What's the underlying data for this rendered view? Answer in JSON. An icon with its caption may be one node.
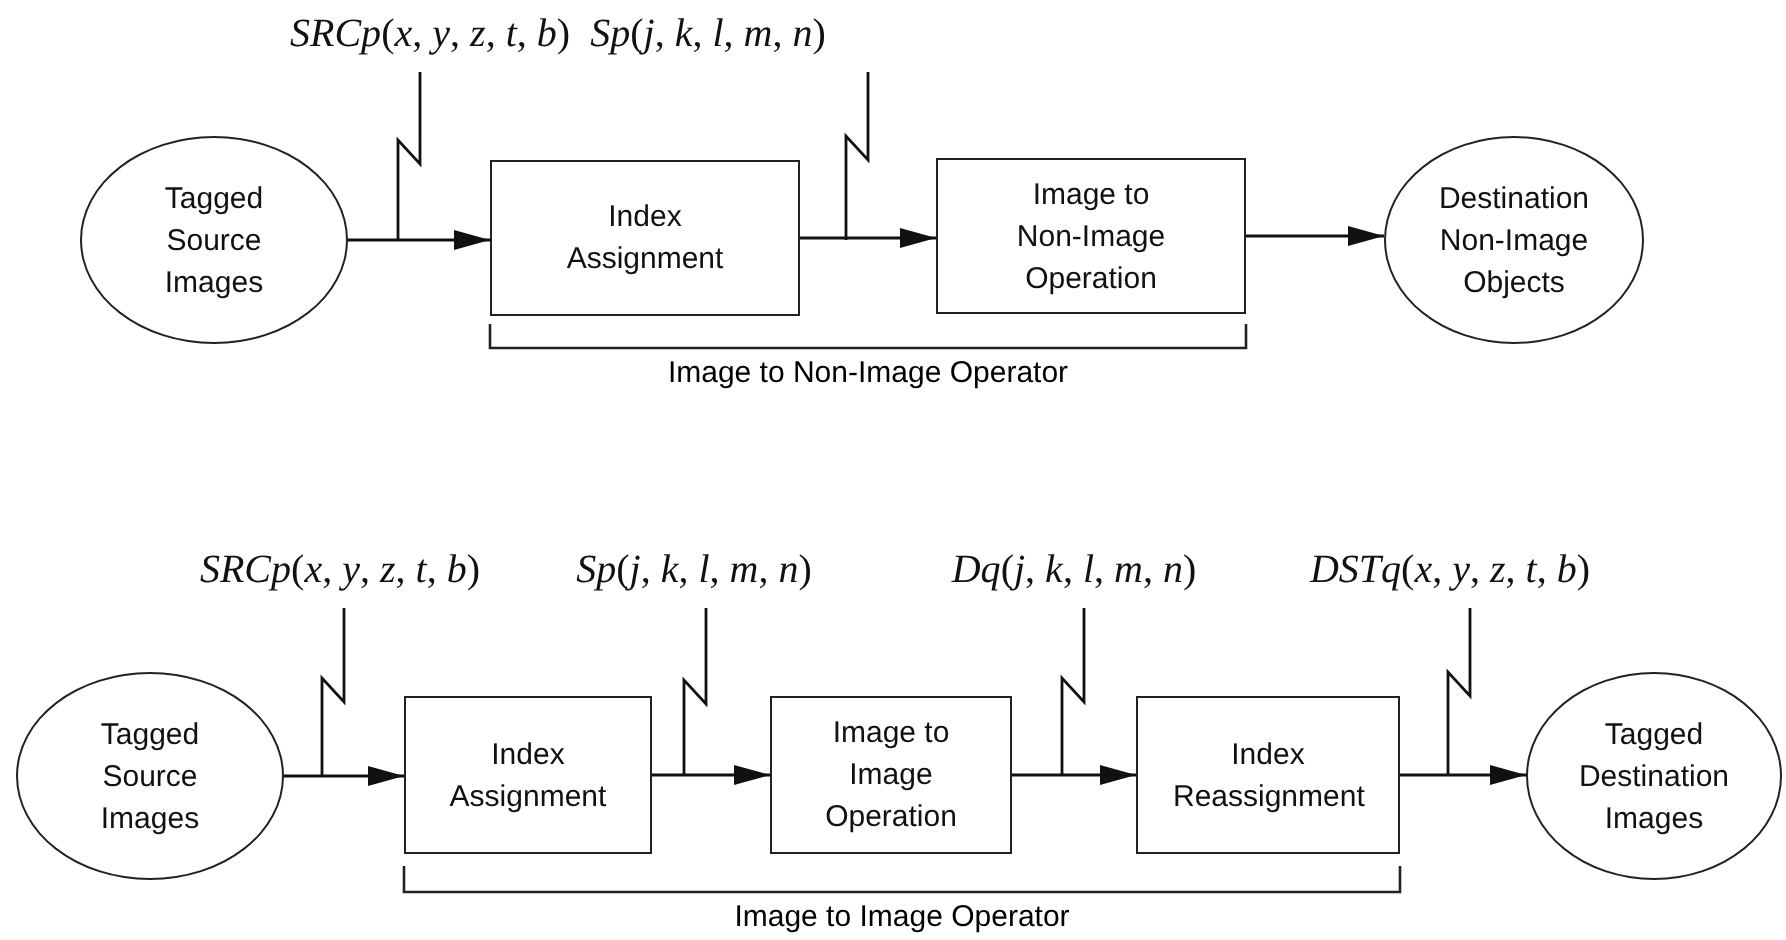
{
  "diagram": {
    "nodes": [
      {
        "text": [
          "Tagged Source Images"
        ]
      },
      {
        "text": [
          "*SRCp*(*x*, *y*, *z*, *t*, *b*)"
        ]
      },
      {
        "text": [
          "Index Assignment"
        ]
      },
      {
        "text": [
          "*Sp*(*j*, *k*, *l*, *m*, *n*)"
        ]
      },
      {
        "text": [
          "Image to Non-Image Operation"
        ]
      },
      {
        "text": [
          "Destination Non-Image Objects"
        ]
      },
      {
        "text": [
          "Tagged Source Images"
        ]
      },
      {
        "text": [
          "*SRCp*(*x*, *y*, *z*, *t*, *b*)"
        ]
      },
      {
        "text": [
          "Index Assignment"
        ]
      },
      {
        "text": [
          "*Sp*(*j*, *k*, *l*, *m*, *n*)"
        ]
      },
      {
        "text": [
          "Image to Image Operation"
        ]
      },
      {
        "text": [
          "*Dq*(*j*, *k*, *l*, *m*, *n*)"
        ]
      },
      {
        "text": [
          "Index Reassignment"
        ]
      },
      {
        "text": [
          "*DSTq*(*x*, *y*, *z*, *t*, *b*)"
        ]
      },
      {
        "text": [
          "Tagged Destination Images"
        ]
      }
    ],
    "edges": [
      {
        "from": 0,
        "to": 2,
        "arrow": "to"
      },
      {
        "from": 1,
        "to": null,
        "arrow": "none"
      },
      {
        "from": 2,
        "to": 4,
        "arrow": "to"
      },
      {
        "from": 3,
        "to": null,
        "arrow": "none"
      },
      {
        "from": 4,
        "to": 5,
        "arrow": "to"
      },
      {
        "from": 6,
        "to": 8,
        "arrow": "to"
      },
      {
        "from": 7,
        "to": null,
        "arrow": "none"
      },
      {
        "from": 8,
        "to": 10,
        "arrow": "to"
      },
      {
        "from": 9,
        "to": null,
        "arrow": "none"
      },
      {
        "from": 10,
        "to": 12,
        "arrow": "to"
      },
      {
        "from": 11,
        "to": null,
        "arrow": "none"
      },
      {
        "from": 12,
        "to": 14,
        "arrow": "to"
      },
      {
        "from": 13,
        "to": null,
        "arrow": "none"
      }
    ],
    "labels": [
      "Image to Non-Image Operator",
      "Image to Image Operator"
    ]
  }
}
